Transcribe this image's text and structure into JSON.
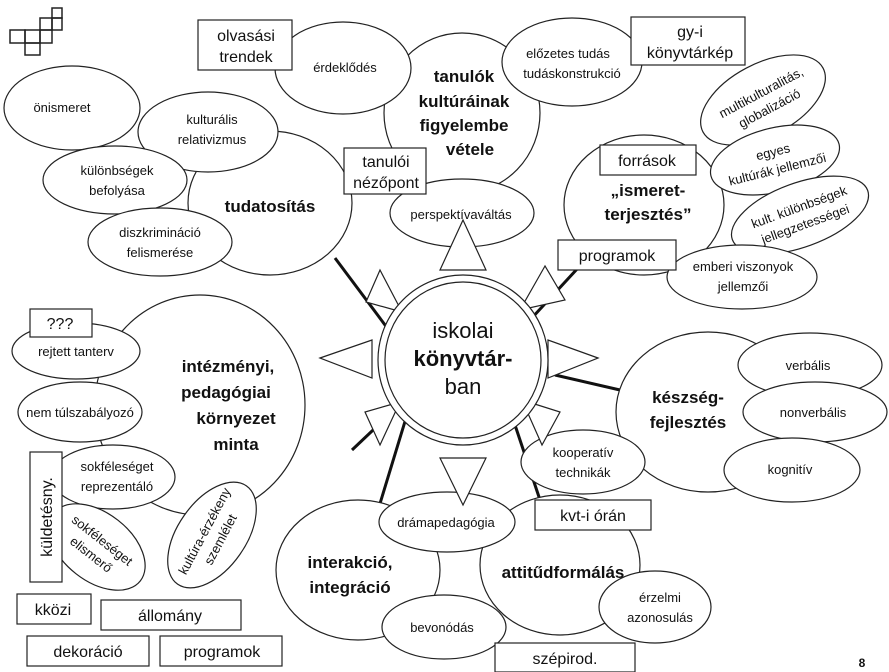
{
  "center": {
    "line1": "iskolai",
    "line2": "könyvtár-",
    "line3": "ban"
  },
  "clusters": {
    "tanulok": {
      "title": [
        "tanulók",
        "kultúráinak",
        "figyelembe",
        "vétele"
      ],
      "bubbles": {
        "erdeklodes": "érdeklődés",
        "elozetes": [
          "előzetes tudás",
          "tudáskonstrukció"
        ],
        "perspektiva": "perspektívaváltás"
      },
      "tags": {
        "olvasasi": [
          "olvasási",
          "trendek"
        ],
        "gyi": [
          "gy-i",
          "könyvtárkép"
        ],
        "tanuloi": [
          "tanulói",
          "nézőpont"
        ]
      }
    },
    "tudatositas": {
      "title": "tudatosítás",
      "bubbles": {
        "onismeret": "önismeret",
        "kulturalis": [
          "kulturális",
          "relativizmus"
        ],
        "kulonbsegek": [
          "különbségek",
          "befolyása"
        ],
        "diszkriminacio": [
          "diszkrimináció",
          "felismerése"
        ]
      }
    },
    "ismeret": {
      "title": [
        "„ismeret-",
        "terjesztés”"
      ],
      "bubbles": {
        "multi": [
          "multikulturalitás,",
          "globalizáció"
        ],
        "egyes": [
          "egyes",
          "kultúrák jellemzői"
        ],
        "kult": [
          "kult. különbségek",
          "jellegzetességei"
        ],
        "emberi": [
          "emberi viszonyok",
          "jellemzői"
        ]
      },
      "tags": {
        "forrasok": "források",
        "programok": "programok"
      }
    },
    "intezmenyi": {
      "title": [
        "intézményi,",
        "pedagógiai",
        "környezet",
        "minta"
      ],
      "bubbles": {
        "rejtett": "rejtett tanterv",
        "nemtul": "nem túlszabályozó",
        "sokfele": [
          "sokféleséget",
          "reprezentáló"
        ],
        "sokfeleelismero": [
          "sokféleséget",
          "elismerő"
        ],
        "kulturaerzekeny": [
          "kultúra-érzékeny",
          "szemlélet"
        ]
      },
      "tags": {
        "qqq": "???",
        "kuldetes": "küldetésny.",
        "kkozi": "kközi",
        "allomany": "állomány",
        "dekoracio": "dekoráció",
        "programok": "programok"
      }
    },
    "keszseg": {
      "title": [
        "készség-",
        "fejlesztés"
      ],
      "bubbles": {
        "verbalis": "verbális",
        "nonverbalis": "nonverbális",
        "kognitiv": "kognitív",
        "kooperativ": [
          "kooperatív",
          "technikák"
        ]
      }
    },
    "interakcio": {
      "title": [
        "interakció,",
        "integráció"
      ],
      "bubbles": {
        "drama": "drámapedagógia",
        "bevonodas": "bevonódás"
      }
    },
    "attitud": {
      "title": "attitűdformálás",
      "bubbles": {
        "erzelmi": [
          "érzelmi",
          "azonosulás"
        ]
      },
      "tags": {
        "kvt": "kvt-i órán",
        "szepirod": "szépirod."
      }
    }
  },
  "page_number": "8",
  "colors": {
    "stroke": "#222222",
    "fill": "#ffffff",
    "text": "#111111"
  }
}
